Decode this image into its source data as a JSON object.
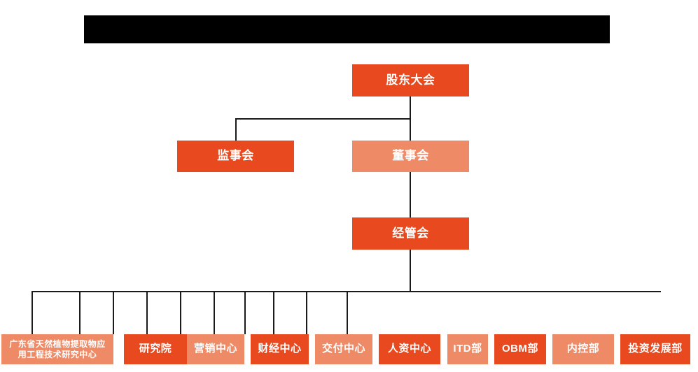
{
  "chart_data": {
    "type": "diagram",
    "subtype": "organization-chart",
    "title_redacted": true,
    "orientation": "top-down",
    "palette": {
      "dark_orange": "#e8491e",
      "light_orange": "#ef8a66",
      "connector": "#1a1a1a",
      "text": "#ffffff",
      "background": "#ffffff",
      "redaction": "#000000"
    },
    "levels": [
      {
        "level": 1,
        "nodes": [
          "股东大会"
        ]
      },
      {
        "level": 2,
        "nodes": [
          "监事会",
          "董事会"
        ]
      },
      {
        "level": 3,
        "nodes": [
          "经管会"
        ]
      },
      {
        "level": 4,
        "nodes": [
          "广东省天然植物提取物应用工程技术研究中心",
          "研究院",
          "营销中心",
          "财经中心",
          "交付中心",
          "人资中心",
          "ITD部",
          "OBM部",
          "内控部",
          "投资发展部"
        ]
      }
    ],
    "edges": [
      {
        "from": "股东大会",
        "to": "监事会"
      },
      {
        "from": "股东大会",
        "to": "董事会"
      },
      {
        "from": "董事会",
        "to": "经管会"
      },
      {
        "from": "经管会",
        "to": "广东省天然植物提取物应用工程技术研究中心"
      },
      {
        "from": "经管会",
        "to": "研究院"
      },
      {
        "from": "经管会",
        "to": "营销中心"
      },
      {
        "from": "经管会",
        "to": "财经中心"
      },
      {
        "from": "经管会",
        "to": "交付中心"
      },
      {
        "from": "经管会",
        "to": "人资中心"
      },
      {
        "from": "经管会",
        "to": "ITD部"
      },
      {
        "from": "经管会",
        "to": "OBM部"
      },
      {
        "from": "经管会",
        "to": "内控部"
      },
      {
        "from": "经管会",
        "to": "投资发展部"
      }
    ]
  },
  "banner": {
    "label": ""
  },
  "nodes": {
    "shareholders_meeting": {
      "label": "股东大会"
    },
    "board_of_supervisors": {
      "label": "监事会"
    },
    "board_of_directors": {
      "label": "董事会"
    },
    "management_committee": {
      "label": "经管会"
    },
    "research_center_line1": {
      "label": "广东省天然植物提取物应"
    },
    "research_center_line2": {
      "label": "用工程技术研究中心"
    },
    "research_institute": {
      "label": "研究院"
    },
    "marketing_center": {
      "label": "营销中心"
    },
    "finance_center": {
      "label": "财经中心"
    },
    "delivery_center": {
      "label": "交付中心"
    },
    "hr_center": {
      "label": "人资中心"
    },
    "itd_department": {
      "label": "ITD部"
    },
    "obm_department": {
      "label": "OBM部"
    },
    "internal_control_dept": {
      "label": "内控部"
    },
    "investment_dev_dept": {
      "label": "投资发展部"
    }
  }
}
